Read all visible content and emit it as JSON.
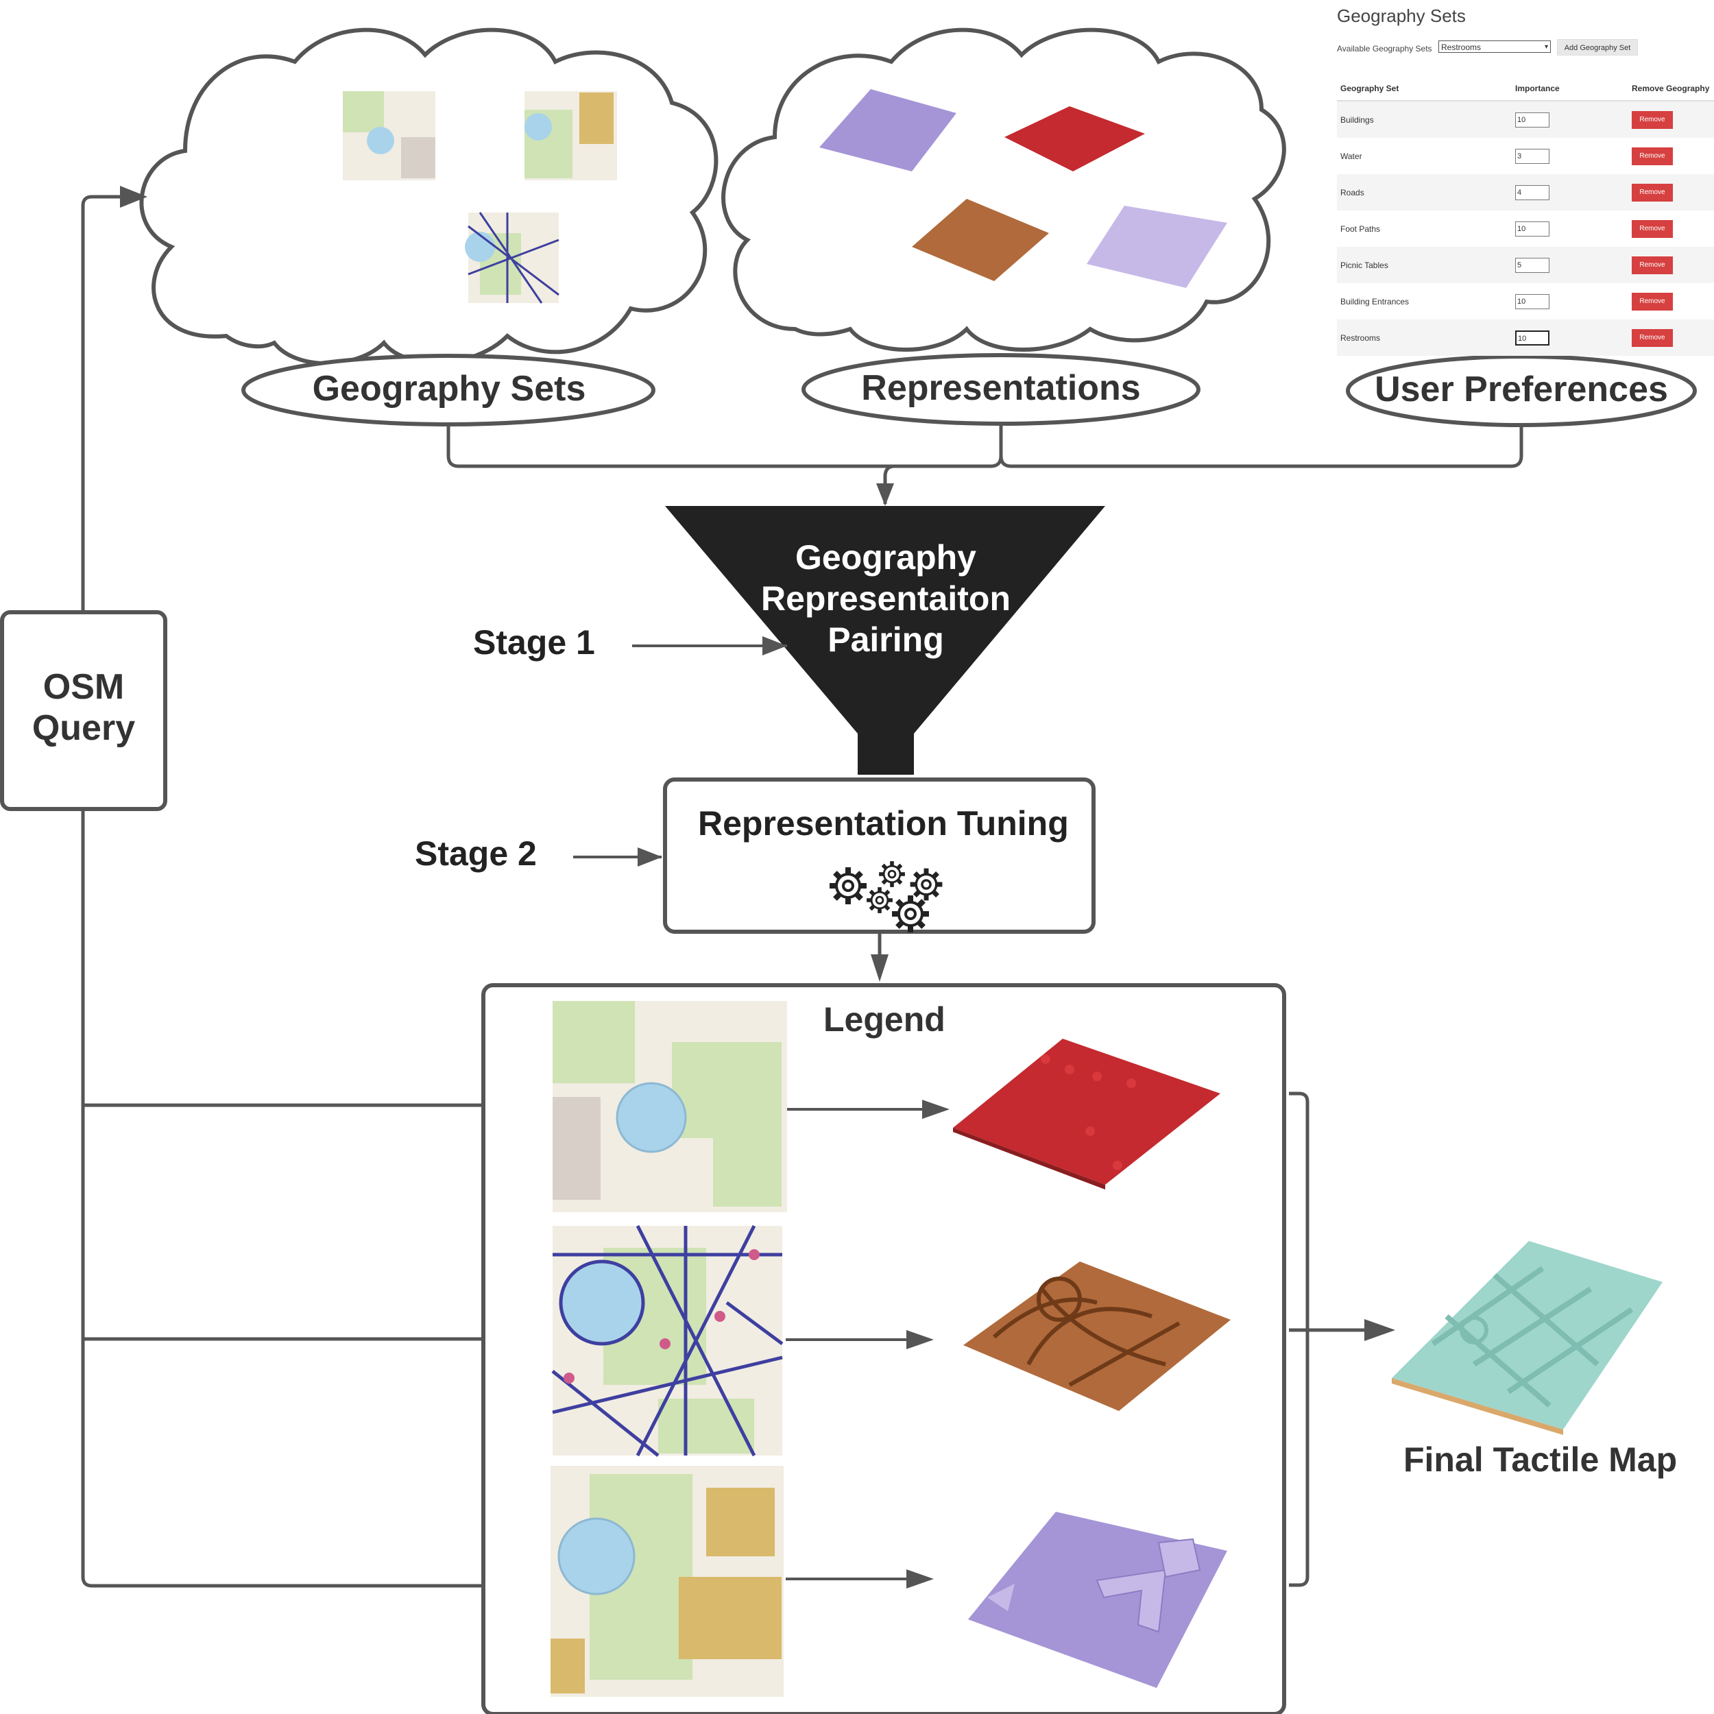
{
  "boxes": {
    "geography_sets": "Geography Sets",
    "representations": "Representations",
    "user_preferences": "User Preferences",
    "funnel_lines": [
      "Geography",
      "Representaiton",
      "Pairing"
    ],
    "stage1": "Stage 1",
    "stage2": "Stage 2",
    "tuning": "Representation Tuning",
    "osm_lines": [
      "OSM",
      "Query"
    ],
    "legend": "Legend",
    "final": "Final Tactile Map"
  },
  "preferences_panel": {
    "title": "Geography Sets",
    "available_label": "Available Geography Sets",
    "selected_option": "Restrooms",
    "add_button": "Add Geography Set",
    "columns": [
      "Geography Set",
      "Importance",
      "Remove Geography"
    ],
    "remove_label": "Remove",
    "rows": [
      {
        "name": "Buildings",
        "importance": "10"
      },
      {
        "name": "Water",
        "importance": "3"
      },
      {
        "name": "Roads",
        "importance": "4"
      },
      {
        "name": "Foot Paths",
        "importance": "10"
      },
      {
        "name": "Picnic Tables",
        "importance": "5"
      },
      {
        "name": "Building Entrances",
        "importance": "10"
      },
      {
        "name": "Restrooms",
        "importance": "10"
      }
    ]
  },
  "colors": {
    "line": "#555555",
    "funnel": "#222222",
    "remove_button": "#d64040",
    "map_bg": "#f3efe4",
    "map_green": "#cfe3b5",
    "map_water": "#a9d3ea",
    "paths_purple": "#3e3fa0",
    "buildings_tan": "#d9b96b",
    "rep_red": "#c42a2f",
    "rep_purple": "#a595d6",
    "rep_copper": "#b06a3b",
    "tactile_teal": "#9fd6cc"
  }
}
